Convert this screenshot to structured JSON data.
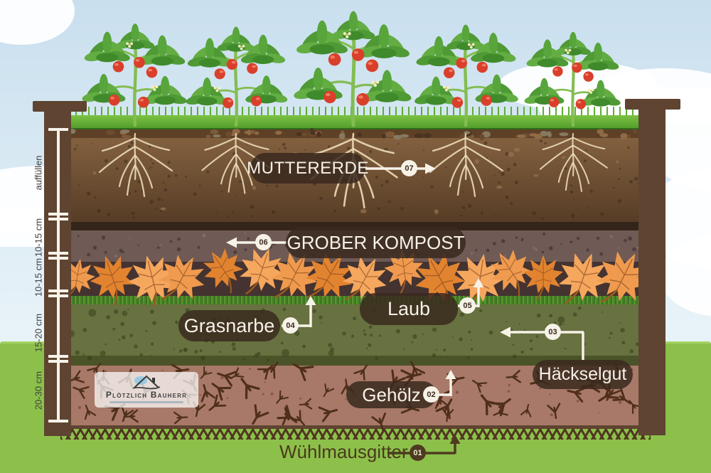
{
  "labels": {
    "muttererde": {
      "text": "MUTTERERDE",
      "badge": "07",
      "arrow_direction": "right"
    },
    "grober_kompost": {
      "text": "GROBER KOMPOST",
      "badge": "06",
      "arrow_direction": "left"
    },
    "laub": {
      "text": "Laub",
      "badge": "05",
      "arrow_direction": "up"
    },
    "grasnarbe": {
      "text": "Grasnarbe",
      "badge": "04",
      "arrow_direction": "up"
    },
    "haeckselgut": {
      "text": "Häckselgut",
      "badge": "03",
      "arrow_direction": "left"
    },
    "gehoelz": {
      "text": "Gehölz",
      "badge": "02",
      "arrow_direction": "up"
    },
    "wuehlmausgitter": {
      "text": "Wühlmausgitter",
      "badge": "01",
      "arrow_direction": "up"
    }
  },
  "scale": {
    "segments": [
      {
        "label": "auffüllen"
      },
      {
        "label": "10-15 cm"
      },
      {
        "label": "10-15 cm"
      },
      {
        "label": "15-20 cm"
      },
      {
        "label": "20-30 cm"
      }
    ]
  },
  "logo": {
    "name": "Plötzlich Bauherr"
  },
  "colors": {
    "sky_top": "#c9dfee",
    "sky_bottom": "#e8f3f9",
    "cloud": "#ffffff",
    "ground": "#8cc04b",
    "ground_light": "#a6d266",
    "lawn_top": "#7cc242",
    "lawn_bottom": "#4f9a2b",
    "lawn_edge": "#2f6b1c",
    "pebble_band": "#5d4026",
    "muttererde_top": "#82603f",
    "muttererde_bottom": "#573d26",
    "dark_band": "#33251a",
    "kompost": "#6f5a55",
    "leafband_bg": "#443330",
    "leaf_orange": "#ef9a4e",
    "leaf_orange2": "#e2832f",
    "leaf_vein": "#8a4d1f",
    "grasnarbe": "#687140",
    "grasnarbe_dark": "#4b5328",
    "gehoelz": "#a87968",
    "twig": "#4f2f1a",
    "soil_edge": "#5f4430",
    "mesh_bg": "#8cc04b",
    "mesh_line": "#503620",
    "post": "#5e4431",
    "pill_bg": "rgba(58,41,30,0.85)",
    "pill_text": "#f6f1e8",
    "badge_bg": "#f6f2e8",
    "badge_text": "#3c2a1e",
    "badge_dark_bg": "#4f3a20",
    "badge_dark_text": "#e8edcd",
    "arrow": "#f6f2e8",
    "arrow_dark": "#4f3a20",
    "scale": "#f7f3ea",
    "scale_text": "#3f3f3f",
    "root": "#ead9b5",
    "stem": "#83bd52",
    "leaf_green": "#4f9a35",
    "leaf_green2": "#63ad43",
    "tomato": "#d93f2b",
    "wuehlmaus_text": "#4a3a1c"
  }
}
